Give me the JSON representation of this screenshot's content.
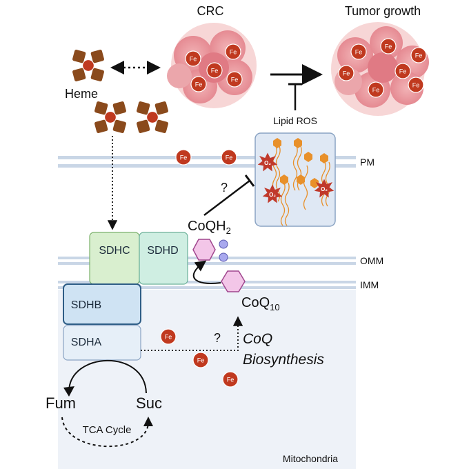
{
  "labels": {
    "crc": "CRC",
    "tumor_growth": "Tumor growth",
    "heme": "Heme",
    "lipid_ros": "Lipid ROS",
    "pm": "PM",
    "omm": "OMM",
    "imm": "IMM",
    "coqh2_base": "CoQH",
    "coqh2_sub": "2",
    "coq10_base": "CoQ",
    "coq10_sub": "10",
    "coq_biosynthesis_line1": "CoQ",
    "coq_biosynthesis_line2": "Biosynthesis",
    "question_upper": "?",
    "question_lower": "?",
    "fum": "Fum",
    "suc": "Suc",
    "tca_cycle": "TCA Cycle",
    "mitochondria": "Mitochondria",
    "fe": "Fe",
    "o2": "O₂"
  },
  "complex": {
    "sdhc": "SDHC",
    "sdhd": "SDHD",
    "sdhb": "SDHB",
    "sdha": "SDHA"
  },
  "colors": {
    "fe_fill": "#c0391f",
    "heme_brown": "#8a4a1c",
    "tumor_pink": "#e89aa0",
    "membrane": "#c9d6e6",
    "ros_burst": "#c0392b",
    "lipid_orange": "#e8902a",
    "sdhc_fill": "#d9efcf",
    "sdhd_fill": "#cfeee2",
    "sdhb_fill": "#cfe3f3",
    "sdha_fill": "#e6eff8",
    "coq_pink": "#f3c6e8"
  }
}
